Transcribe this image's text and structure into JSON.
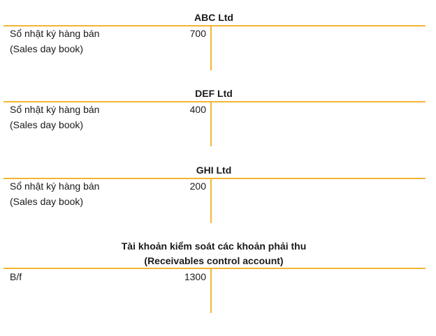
{
  "accounts": [
    {
      "title": "ABC Ltd",
      "entry": {
        "desc_line1": "Sổ nhật ký hàng bán",
        "desc_line2": "(Sales day book)",
        "amount": "700"
      }
    },
    {
      "title": "DEF Ltd",
      "entry": {
        "desc_line1": "Sổ nhật ký hàng bán",
        "desc_line2": "(Sales day book)",
        "amount": "400"
      }
    },
    {
      "title": "GHI Ltd",
      "entry": {
        "desc_line1": "Sổ nhật ký hàng bán",
        "desc_line2": "(Sales day book)",
        "amount": "200"
      }
    },
    {
      "title_line1": "Tài khoản kiểm soát các khoản phải thu",
      "title_line2": "(Receivables control account)",
      "entry": {
        "desc_line1": "B/f",
        "amount": "1300"
      }
    }
  ],
  "colors": {
    "t_account_line": "#f2b533",
    "text": "#1a1a1a",
    "background": "#ffffff"
  }
}
